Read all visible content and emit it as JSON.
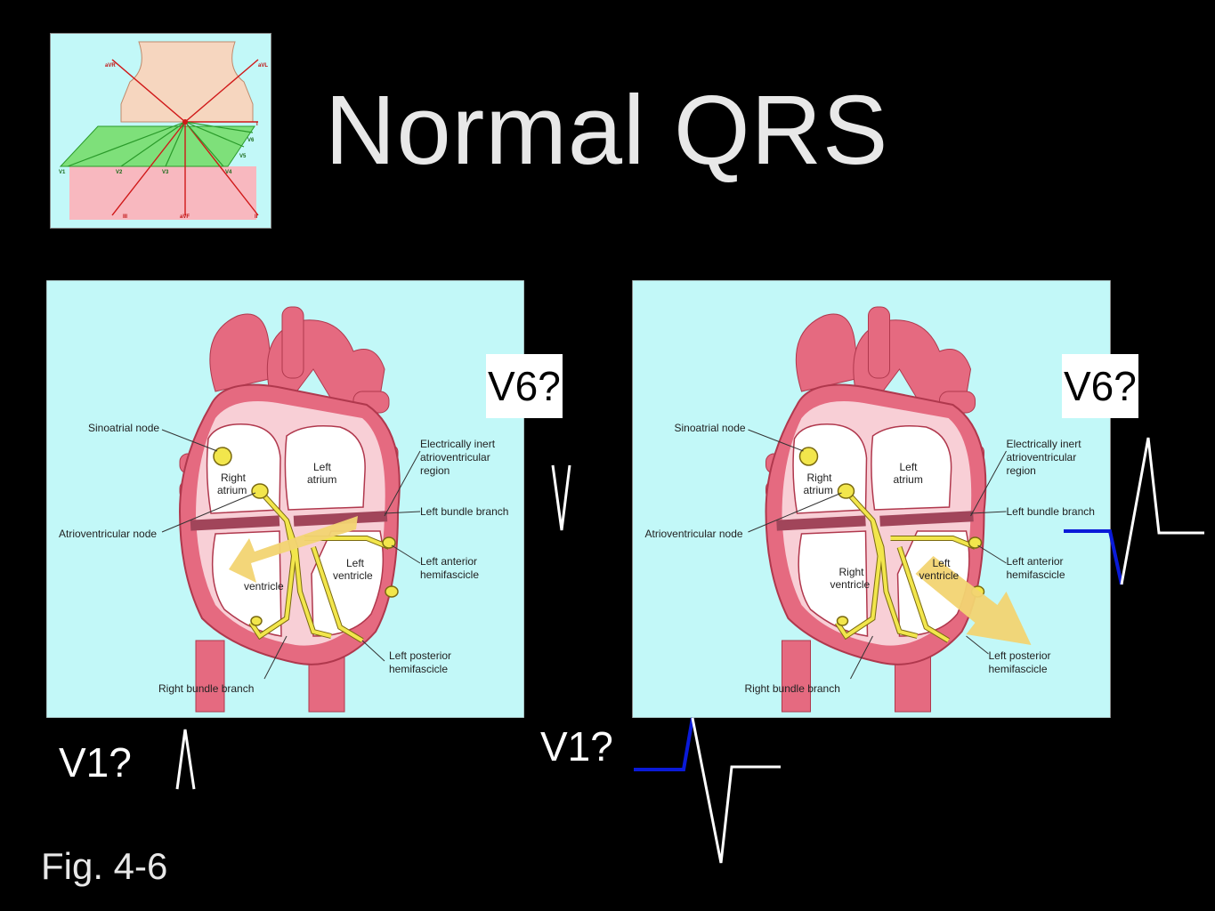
{
  "title": "Normal QRS",
  "figure_ref": "Fig. 4-6",
  "labels": {
    "v1_left": "V1?",
    "v6_left": "V6?",
    "v1_right": "V1?",
    "v6_right": "V6?"
  },
  "lead_diagram": {
    "leads": {
      "avr": "aVR",
      "avl": "aVL",
      "i": "I",
      "v1": "V1",
      "v2": "V2",
      "v3": "V3",
      "v4": "V4",
      "v5": "V5",
      "v6": "V6",
      "iii": "III",
      "avf": "aVF",
      "ii": "II"
    }
  },
  "heart_labels": {
    "sinoatrial_node": "Sinoatrial node",
    "right_atrium_1": "Right",
    "right_atrium_2": "atrium",
    "left_atrium_1": "Left",
    "left_atrium_2": "atrium",
    "inert_1": "Electrically inert",
    "inert_2": "atrioventricular",
    "inert_3": "region",
    "av_node": "Atrioventricular node",
    "left_bundle": "Left bundle branch",
    "left_ant_1": "Left anterior",
    "left_ant_2": "hemifascicle",
    "right_ventricle_1": "Right",
    "right_ventricle_2": "ventricle",
    "left_ventricle_1": "Left",
    "left_ventricle_2": "ventricle",
    "left_post_1": "Left posterior",
    "left_post_2": "hemifascicle",
    "right_bundle": "Right bundle branch"
  },
  "colors": {
    "panel_bg": "#c2f8f8",
    "heart": "#e56a80",
    "heart_inner": "#f8cfd6",
    "conduction": "#f2e64c",
    "arrow": "#f2d472",
    "trace_blue": "#0a1ad8",
    "trace_white": "#ffffff"
  }
}
